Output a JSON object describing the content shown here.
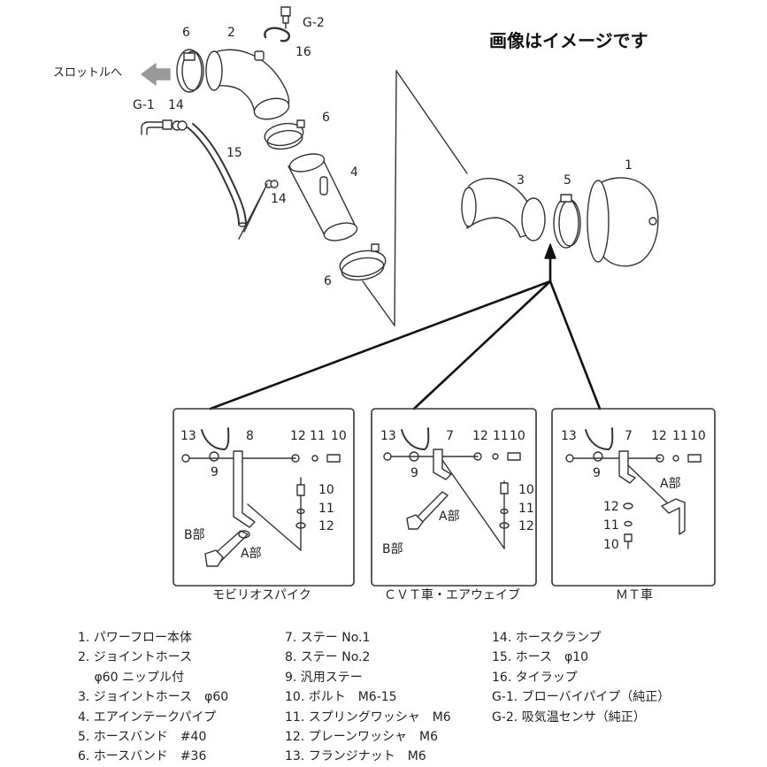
{
  "note": "画像はイメージです",
  "throttle_label": "スロットルへ",
  "callouts": {
    "c6a": "6",
    "c2": "2",
    "cG2": "G-2",
    "c16": "16",
    "cG1": "G-1",
    "c14a": "14",
    "c6b": "6",
    "c15": "15",
    "c4": "4",
    "c14b": "14",
    "c6c": "6",
    "c3": "3",
    "c5": "5",
    "c1": "1"
  },
  "panels": [
    {
      "caption": "モビリオスパイク",
      "labels": {
        "n13": "13",
        "n8": "8",
        "n12": "12",
        "n11": "11",
        "n10": "10",
        "n9": "9",
        "s10": "10",
        "s11": "11",
        "s12": "12",
        "b": "B部",
        "a": "A部"
      }
    },
    {
      "caption": "ＣＶＴ車・エアウェイブ",
      "labels": {
        "n13": "13",
        "n7": "7",
        "n12": "12",
        "n11": "11",
        "n10": "10",
        "n9": "9",
        "s10": "10",
        "s11": "11",
        "s12": "12",
        "a": "A部",
        "b": "B部"
      }
    },
    {
      "caption": "ＭＴ車",
      "labels": {
        "n13": "13",
        "n7": "7",
        "n12": "12",
        "n11": "11",
        "n10": "10",
        "n9": "9",
        "a": "A部",
        "s12": "12",
        "s11": "11",
        "s10": "10"
      }
    }
  ],
  "legend": {
    "col1": [
      "1. パワーフロー本体",
      "2. ジョイントホース",
      "　 φ60 ニップル付",
      "3. ジョイントホース　φ60",
      "4. エアインテークパイプ",
      "5. ホースバンド　#40",
      "6. ホースバンド　#36"
    ],
    "col2": [
      "7. ステー No.1",
      "8. ステー No.2",
      "9. 汎用ステー",
      "10. ボルト　M6-15",
      "11. スプリングワッシャ　M6",
      "12. プレーンワッシャ　M6",
      "13. フランジナット　M6"
    ],
    "col3": [
      "14. ホースクランプ",
      "15. ホース　φ10",
      "16. タイラップ",
      "G-1. ブローバイパイプ（純正）",
      "G-2. 吸気温センサ（純正）"
    ]
  }
}
